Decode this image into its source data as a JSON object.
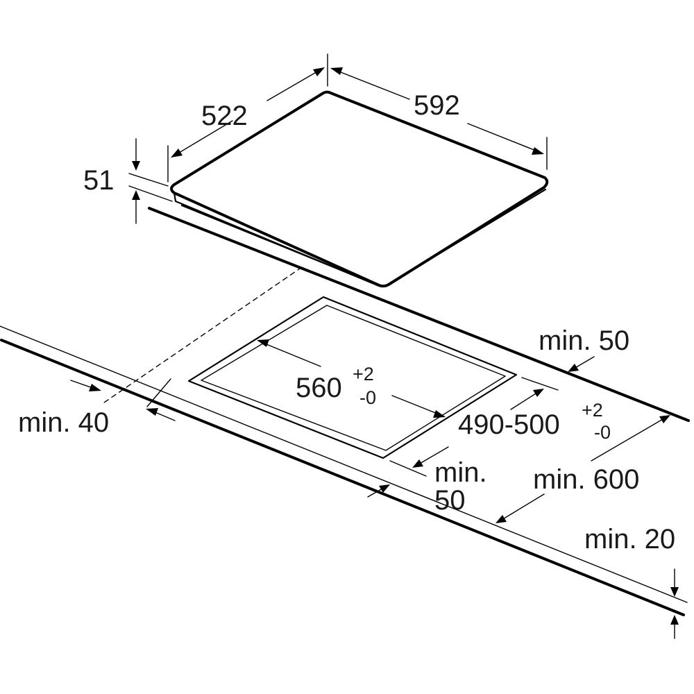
{
  "dimensions": {
    "hob_depth": "522",
    "hob_width": "592",
    "hob_height": "51",
    "cutout_width": "560",
    "cutout_width_tol_plus": "+2",
    "cutout_width_tol_minus": "-0",
    "cutout_depth": "490-500",
    "cutout_depth_tol_plus": "+2",
    "cutout_depth_tol_minus": "-0",
    "back_clearance": "min. 50",
    "side_clearance": "min. 40",
    "front_clearance_line1": "min.",
    "front_clearance_line2": "50",
    "worktop_depth": "min. 600",
    "worktop_thickness": "min. 20"
  },
  "colors": {
    "line": "#000000",
    "text": "#1a1a1a",
    "background": "#ffffff"
  }
}
